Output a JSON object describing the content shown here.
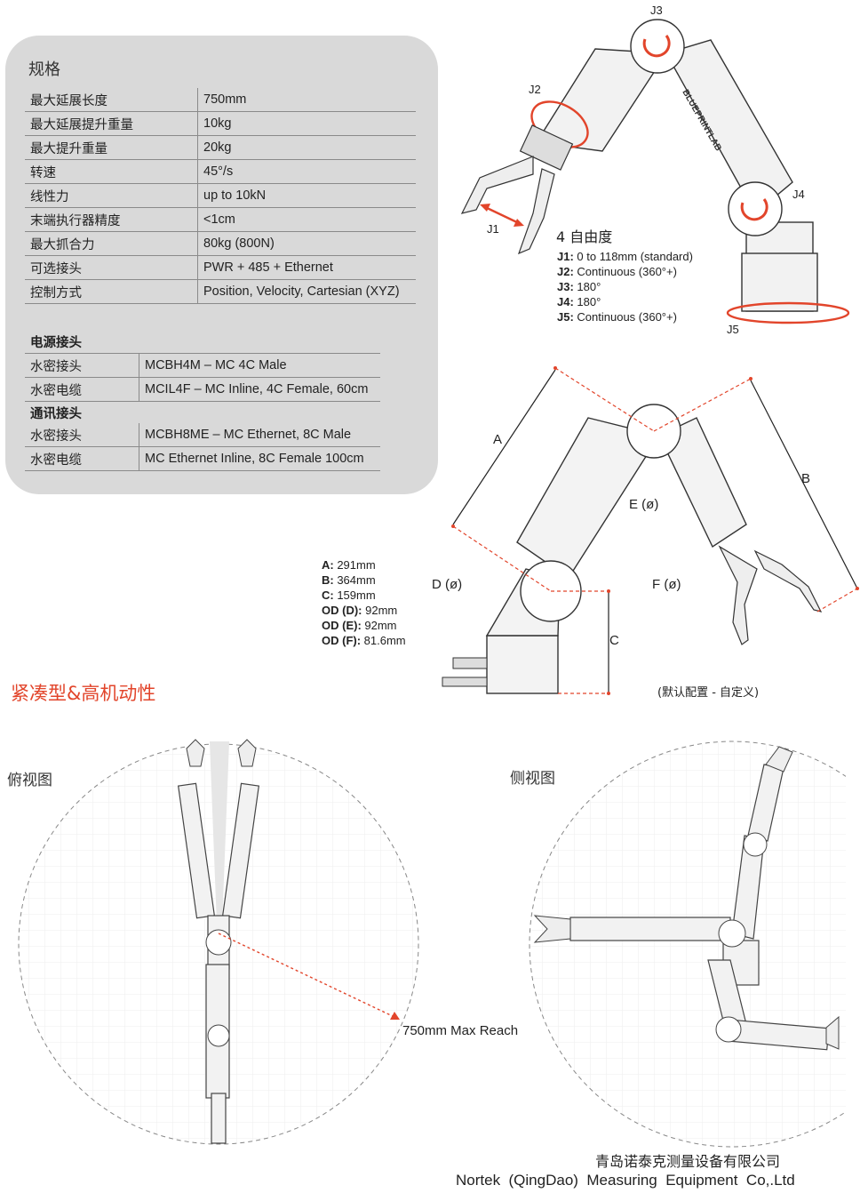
{
  "spec": {
    "title": "规格",
    "rows": [
      {
        "key": "最大延展长度",
        "value": "750mm"
      },
      {
        "key": "最大延展提升重量",
        "value": "10kg"
      },
      {
        "key": "最大提升重量",
        "value": "20kg"
      },
      {
        "key": "转速",
        "value": "45°/s"
      },
      {
        "key": "线性力",
        "value": "up to 10kN"
      },
      {
        "key": "末端执行器精度",
        "value": "<1cm"
      },
      {
        "key": "最大抓合力",
        "value": "80kg (800N)"
      },
      {
        "key": "可选接头",
        "value": "PWR + 485 + Ethernet"
      },
      {
        "key": "控制方式",
        "value": "Position, Velocity, Cartesian (XYZ)"
      }
    ],
    "power_title": "电源接头",
    "power_rows": [
      {
        "key": "水密接头",
        "value": "MCBH4M – MC 4C Male"
      },
      {
        "key": "水密电缆",
        "value": "MCIL4F – MC Inline, 4C Female, 60cm"
      }
    ],
    "comm_title": "通讯接头",
    "comm_rows": [
      {
        "key": "水密接头",
        "value": "MCBH8ME – MC Ethernet, 8C Male"
      },
      {
        "key": "水密电缆",
        "value": "MC Ethernet Inline, 8C Female 100cm"
      }
    ]
  },
  "dof": {
    "title": "4 自由度",
    "joint_labels": [
      "J1",
      "J2",
      "J3",
      "J4",
      "J5"
    ],
    "lines": [
      {
        "j": "J1:",
        "text": " 0 to 118mm (standard)"
      },
      {
        "j": "J2:",
        "text": " Continuous (360°+)"
      },
      {
        "j": "J3:",
        "text": " 180°"
      },
      {
        "j": "J4:",
        "text": " 180°"
      },
      {
        "j": "J5:",
        "text": " Continuous (360°+)"
      }
    ],
    "brand": "BLUEPRINTLAB"
  },
  "dimensions": {
    "labels": {
      "A": "A",
      "B": "B",
      "C": "C",
      "D": "D (ø)",
      "E": "E (ø)",
      "F": "F (ø)"
    },
    "lines": [
      {
        "k": "A:",
        "v": " 291mm"
      },
      {
        "k": "B:",
        "v": " 364mm"
      },
      {
        "k": "C:",
        "v": " 159mm"
      },
      {
        "k": "OD (D):",
        "v": " 92mm"
      },
      {
        "k": "OD (E):",
        "v": " 92mm"
      },
      {
        "k": "OD (F):",
        "v": " 81.6mm"
      }
    ],
    "note": "(默认配置 - 自定义)"
  },
  "compact_heading": "紧凑型&高机动性",
  "top_view": {
    "title": "俯视图",
    "reach": "750mm Max Reach"
  },
  "side_view": {
    "title": "侧视图"
  },
  "colors": {
    "accent": "#e2452b",
    "panel": "#d9d9d9",
    "line": "#222222"
  },
  "footer": {
    "cn": "青岛诺泰克测量设备有限公司",
    "en": "Nortek  (QingDao)  Measuring  Equipment  Co,.Ltd"
  }
}
